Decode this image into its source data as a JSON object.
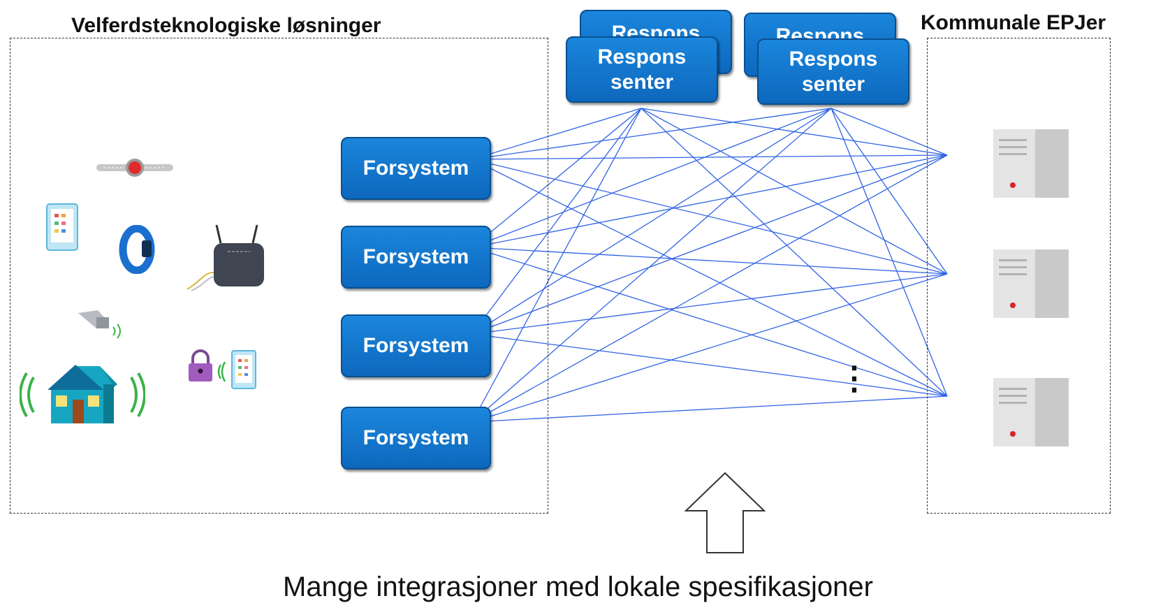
{
  "left_group": {
    "title": "Velferdsteknologiske løsninger"
  },
  "right_group": {
    "title": "Kommunale EPJer"
  },
  "response_centers": [
    {
      "label": "Respons senter"
    },
    {
      "label": "Respons senter"
    },
    {
      "label": "Respons senter"
    },
    {
      "label": "Respons senter"
    }
  ],
  "subsystems": [
    {
      "label": "Forsystem"
    },
    {
      "label": "Forsystem"
    },
    {
      "label": "Forsystem"
    },
    {
      "label": "Forsystem"
    }
  ],
  "servers": [
    {
      "icon": "server-icon"
    },
    {
      "icon": "server-icon"
    },
    {
      "icon": "server-icon"
    }
  ],
  "ellipsis": "⋮",
  "caption": "Mange integrasjoner med lokale spesifikasjoner",
  "colors": {
    "button": "#1478d0",
    "button_border": "#0a4f8f",
    "wire": "#2f63e6",
    "server": "#d3d3d3"
  }
}
